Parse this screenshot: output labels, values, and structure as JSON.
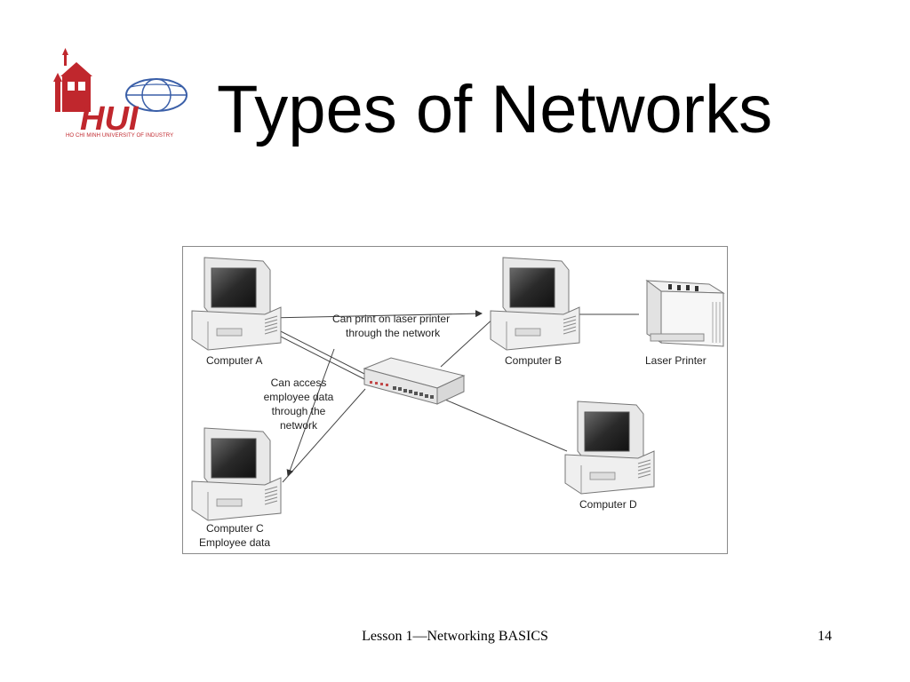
{
  "logo": {
    "wordmark": "HUI",
    "caption": "HO CHI MINH UNIVERSITY OF INDUSTRY",
    "color": "#c0272d",
    "globe_color": "#3a5fa8"
  },
  "title": "Types of Networks",
  "diagram": {
    "nodes": [
      {
        "label": "Computer A",
        "icon": "computer-icon"
      },
      {
        "label": "Computer B",
        "icon": "computer-icon"
      },
      {
        "label": "Laser Printer",
        "icon": "printer-icon"
      },
      {
        "label": "Computer C",
        "sublabel": "Employee data",
        "icon": "computer-icon"
      },
      {
        "label": "Computer D",
        "icon": "computer-icon"
      },
      {
        "label": "",
        "icon": "network-switch-icon"
      }
    ],
    "annotations": {
      "print_line1": "Can print on laser printer",
      "print_line2": "through the network",
      "access_line1": "Can access",
      "access_line2": "employee data",
      "access_line3": "through the",
      "access_line4": "network"
    }
  },
  "footer": {
    "text": "Lesson 1—Networking BASICS",
    "page": "14"
  }
}
